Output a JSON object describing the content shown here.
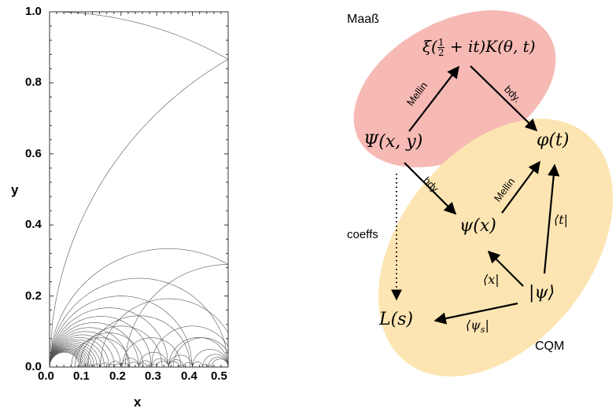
{
  "chart_data": {
    "type": "line",
    "description_kind": "hyperbolic geodesic arcs (semicircles on real axis)",
    "xlabel": "x",
    "ylabel": "y",
    "xlim": [
      0,
      0.5
    ],
    "ylim": [
      0,
      1.0
    ],
    "x_ticks": [
      "0.0",
      "0.1",
      "0.2",
      "0.3",
      "0.4",
      "0.5"
    ],
    "y_ticks": [
      "0.0",
      "0.2",
      "0.4",
      "0.6",
      "0.8",
      "1.0"
    ],
    "arc_families": {
      "unit_circles_centers": [
        0,
        1
      ],
      "circles_through_origin_n_max": 24,
      "farey_max_denominator": 11,
      "sqrt3_circles_max_denominator": 7
    },
    "line_color": "#555555"
  },
  "diagram": {
    "regions": {
      "maass": {
        "label": "Maaß",
        "color": "#f6b9b4"
      },
      "cqm": {
        "label": "CQM",
        "color": "#fce5b2"
      }
    },
    "nodes": {
      "xi_pre": "ξ(",
      "xi_num": "1",
      "xi_den": "2",
      "xi_post": " + it)K(θ, t)",
      "Psi": "Ψ(x, y)",
      "phi": "φ(t)",
      "psi_x": "ψ(x)",
      "ket_psi": "|ψ⟩",
      "L_s": "L(s)"
    },
    "edge_labels": {
      "mellin_1": "Mellin",
      "bdy_1": "bdy.",
      "bdy_2": "bdy.",
      "mellin_2": "Mellin",
      "bra_t": "⟨t|",
      "bra_x": "⟨x|",
      "bra_psi_s": "⟨ψ",
      "bra_psi_s_sub": "s",
      "bra_psi_s_end": "|",
      "coeffs": "coeffs"
    }
  }
}
